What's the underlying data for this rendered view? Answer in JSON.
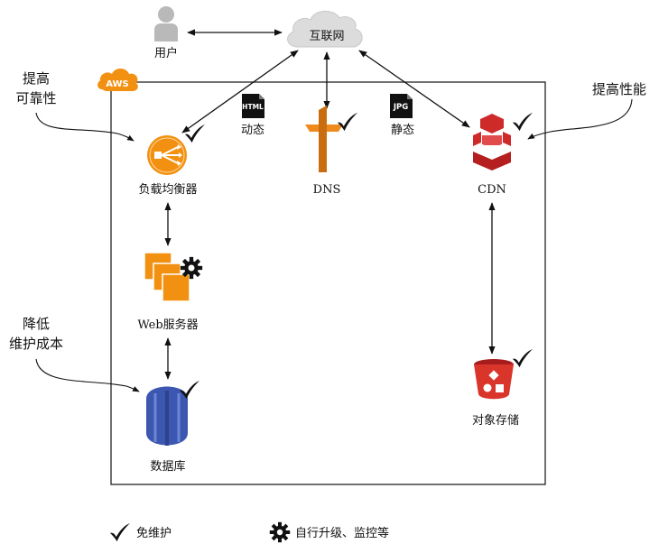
{
  "nodes": {
    "user": "用户",
    "internet": "互联网",
    "load_balancer": "负载均衡器",
    "dns": "DNS",
    "cdn": "CDN",
    "web_servers": "Web服务器",
    "database": "数据库",
    "object_storage": "对象存储"
  },
  "badges": {
    "aws": "AWS",
    "html_icon": "HTML",
    "html_caption": "动态",
    "jpg_icon": "JPG",
    "jpg_caption": "静态"
  },
  "notes": {
    "reliability_line1": "提高",
    "reliability_line2": "可靠性",
    "performance": "提高性能",
    "cost_line1": "降低",
    "cost_line2": "维护成本"
  },
  "legend": {
    "maintenance_free": "免维护",
    "auto_upgrade": "自行升级、监控等"
  },
  "colors": {
    "aws_orange": "#f29111",
    "lb_orange": "#f29111",
    "dns_orange": "#ee8a1e",
    "cdn_red": "#cf2a2a",
    "s3_red": "#d9352b",
    "db_blue": "#3c57b0",
    "cloud_gray": "#d9d9d9",
    "user_gray": "#b9b9b9"
  }
}
